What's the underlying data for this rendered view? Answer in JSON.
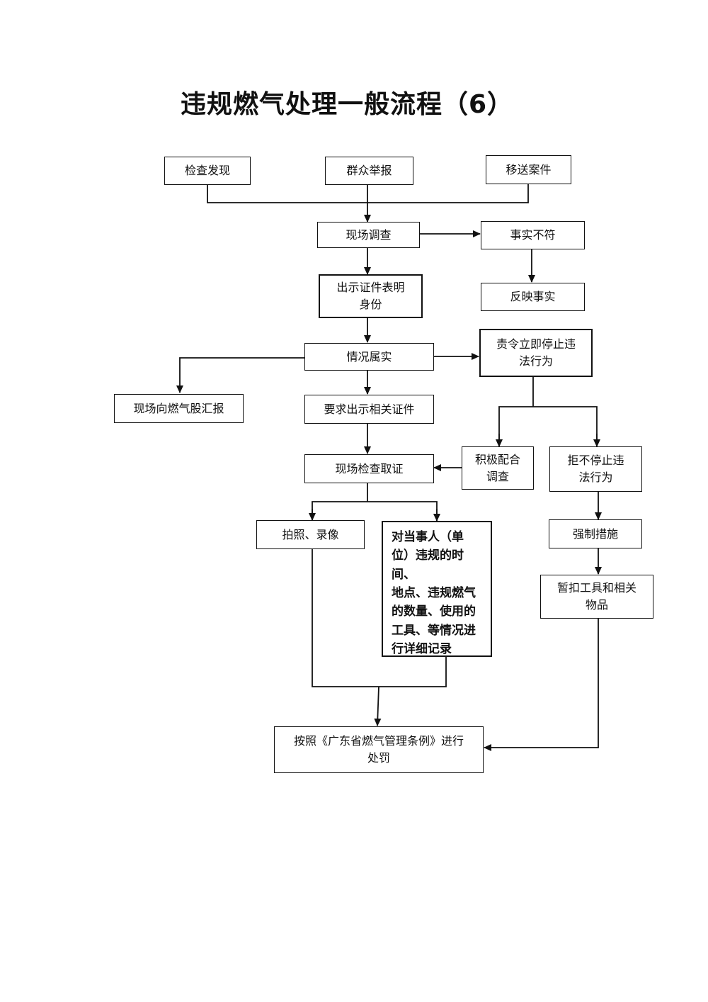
{
  "title": "违规燃气处理一般流程（6）",
  "nodes": {
    "inspect": "检查发现",
    "report": "群众举报",
    "transfer": "移送案件",
    "onsite_investigation": "现场调查",
    "facts_mismatch": "事实不符",
    "feedback": "反映事实",
    "show_id": "出示证件表明\n身份",
    "confirmed": "情况属实",
    "order_stop": "责令立即停止违\n法行为",
    "report_gas": "现场向燃气股汇报",
    "request_docs": "要求出示相关证件",
    "cooperate": "积极配合\n调查",
    "refuse": "拒不停止违\n法行为",
    "collect_evidence": "现场检查取证",
    "photo": "拍照、录像",
    "record": "对当事人（单\n位）违规的时间、\n地点、违规燃气\n的数量、使用的\n工具、等情况进\n行详细记录",
    "coercive": "强制措施",
    "detain": "暂扣工具和相关\n物品",
    "penalty": "按照《广东省燃气管理条例》进行\n处罚"
  }
}
